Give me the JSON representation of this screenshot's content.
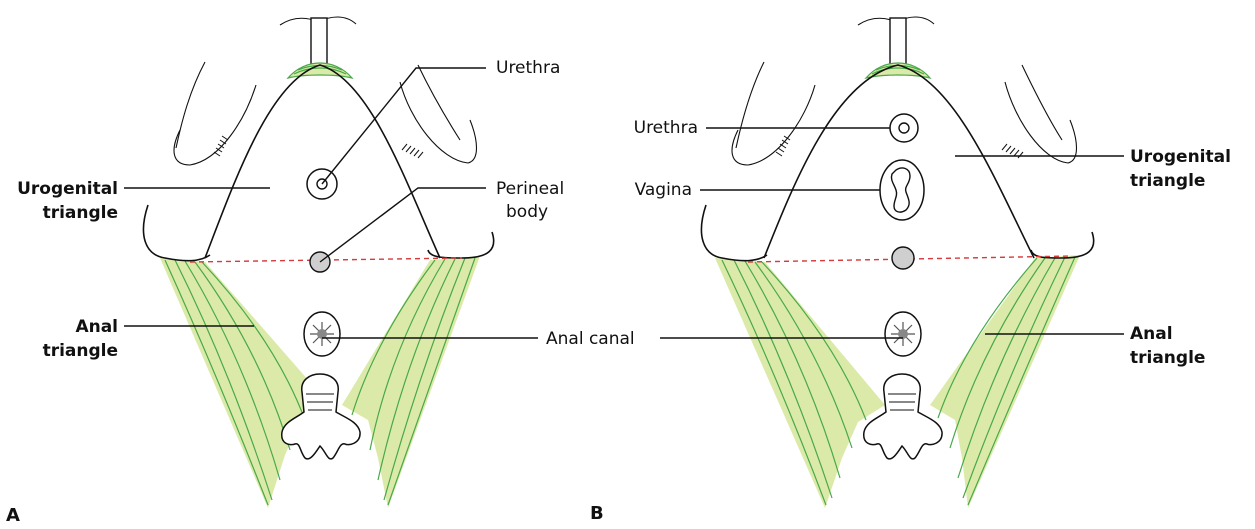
{
  "panels": [
    {
      "id": "A",
      "letter": "A",
      "labels": {
        "urethra": "Urethra",
        "perineal_body_line1": "Perineal",
        "perineal_body_line2": "body",
        "urogenital_line1": "Urogenital",
        "urogenital_line2": "triangle",
        "anal_line1": "Anal",
        "anal_line2": "triangle",
        "anal_canal": "Anal canal"
      }
    },
    {
      "id": "B",
      "letter": "B",
      "labels": {
        "urethra": "Urethra",
        "vagina": "Vagina",
        "urogenital_line1": "Urogenital",
        "urogenital_line2": "triangle",
        "anal_line1": "Anal",
        "anal_line2": "triangle"
      }
    }
  ],
  "colors": {
    "outline": "#111111",
    "muscle_fill": "#dbeaa8",
    "muscle_fiber": "#49a84a",
    "dashed_line": "#d63a3a",
    "perineal_body": "#cfcfcf"
  }
}
